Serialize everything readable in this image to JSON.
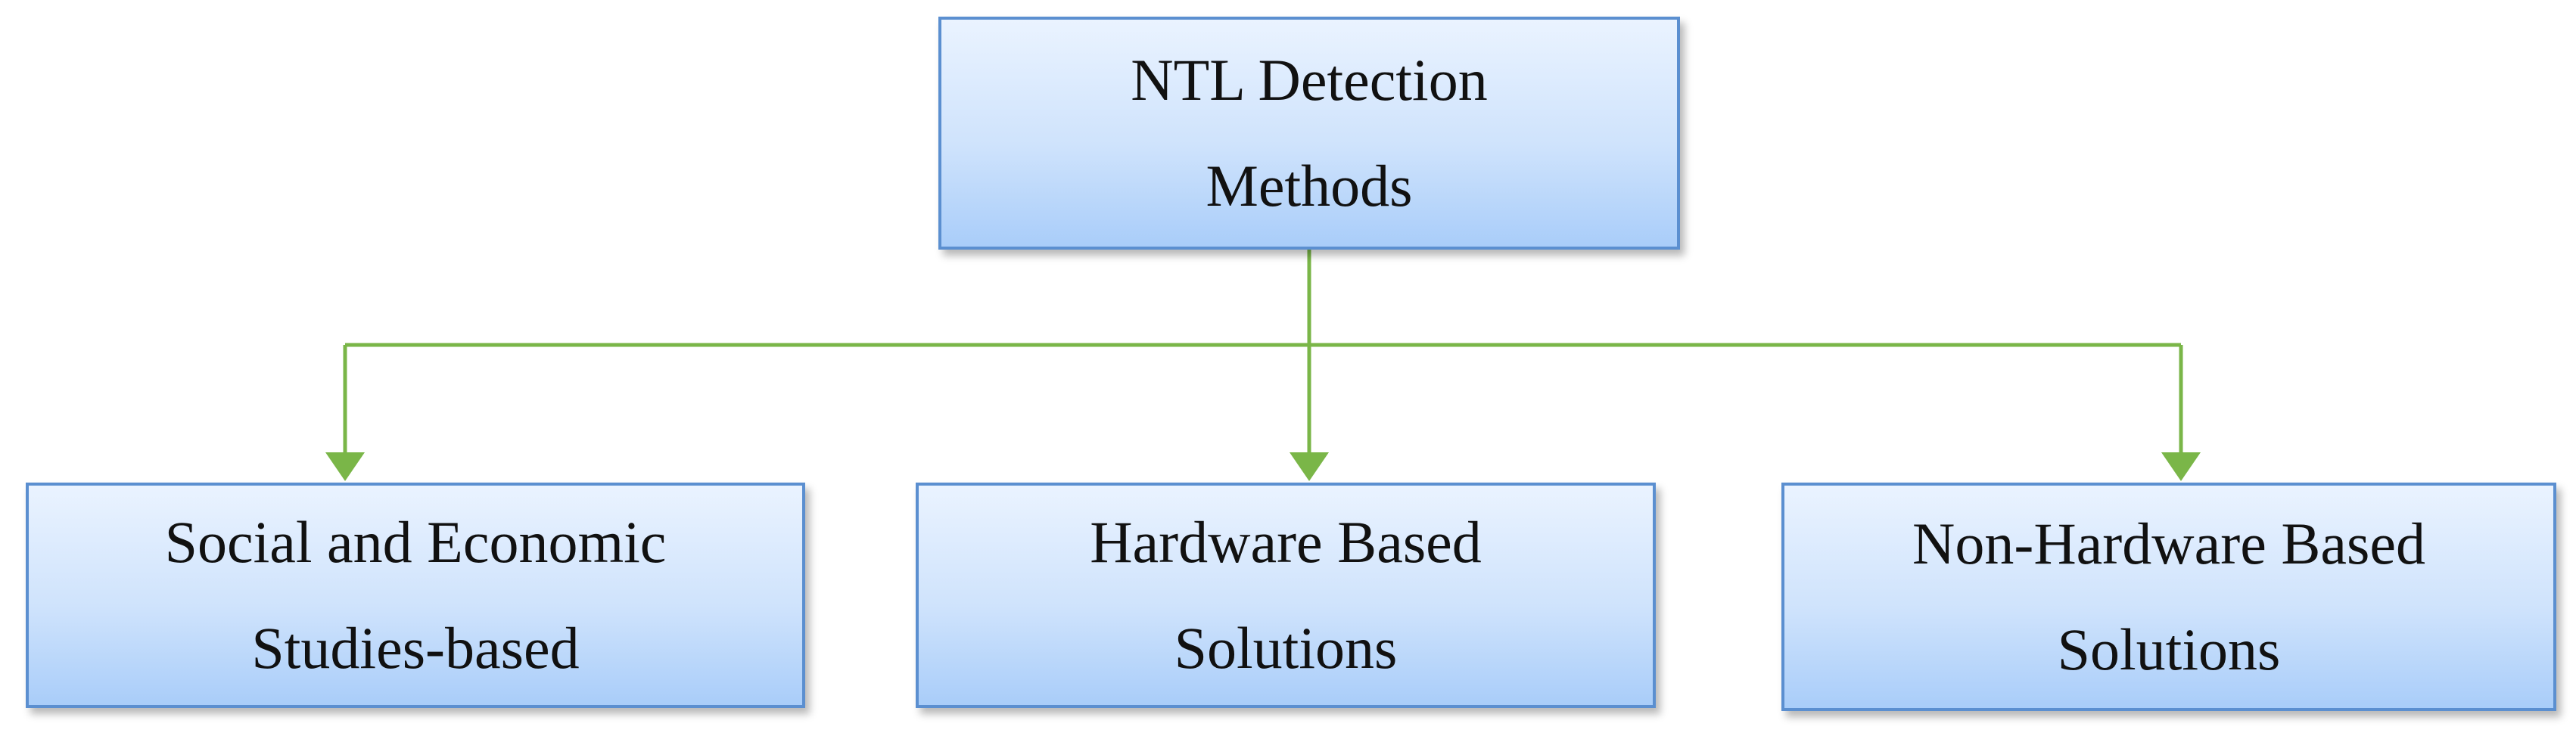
{
  "diagram": {
    "root": {
      "line1": "NTL Detection",
      "line2": "Methods"
    },
    "children": [
      {
        "line1": "Social and Economic",
        "line2": "Studies-based"
      },
      {
        "line1": "Hardware Based",
        "line2": "Solutions"
      },
      {
        "line1": "Non-Hardware Based",
        "line2": "Solutions"
      }
    ],
    "colors": {
      "connector": "#7ab648",
      "box_border": "#5b8fd0",
      "box_fill_top": "#eaf3ff",
      "box_fill_bottom": "#a9cdf9"
    }
  }
}
